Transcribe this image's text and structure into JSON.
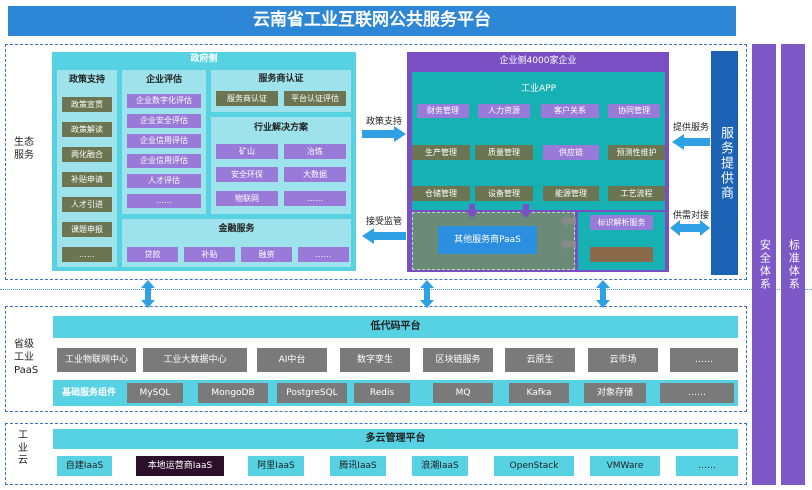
{
  "title": "云南省工业互联网公共服务平台",
  "left_labels": {
    "eco": "生态\n服务",
    "paas": "省级\n工业\nPaaS",
    "cloud": "工\n业\n云"
  },
  "right_bars": {
    "security": "安全体系",
    "standard": "标准体系"
  },
  "gov": {
    "title": "政府侧",
    "policy_support": {
      "title": "政策支持",
      "items": [
        "政策宣贯",
        "政策解读",
        "两化融合",
        "补贴申请",
        "人才引进",
        "课题申报",
        "……"
      ]
    },
    "eval": {
      "title": "企业评估",
      "items": [
        "企业数字化评估",
        "企业安全评估",
        "企业信用评估",
        "企业信用评估",
        "人才评估",
        "……"
      ]
    },
    "cert": {
      "title": "服务商认证",
      "items": [
        "服务商认证",
        "平台认证评估"
      ]
    },
    "industry": {
      "title": "行业解决方案",
      "items": [
        "矿山",
        "冶炼",
        "安全环保",
        "大数据",
        "物联网",
        "……"
      ]
    },
    "finance": {
      "title": "金融服务",
      "items": [
        "贷款",
        "补贴",
        "融资",
        "……"
      ]
    }
  },
  "mid_labels": {
    "policy": "政策支持",
    "supervise": "接受监管",
    "provide": "提供服务",
    "match": "供需对接"
  },
  "ent": {
    "title": "企业侧4000家企业",
    "app": {
      "title": "工业APP",
      "rows": [
        [
          "财务管理",
          "人力资源",
          "客户关系",
          "协同管理"
        ],
        [
          "生产管理",
          "质量管理",
          "供应链",
          "预测性维护"
        ],
        [
          "仓储管理",
          "设备管理",
          "能源管理",
          "工艺流程"
        ]
      ]
    },
    "other_paas": "其他服务商PaaS",
    "side_item": "标识解析服务",
    "service_provider": "服务提供商"
  },
  "paas": {
    "lowcode": "低代码平台",
    "row1": [
      "工业物联网中心",
      "工业大数据中心",
      "AI中台",
      "数字孪生",
      "区块链服务",
      "云原生",
      "云市场",
      "……"
    ],
    "basic_label": "基础服务组件",
    "row2": [
      "MySQL",
      "MongoDB",
      "PostgreSQL",
      "Redis",
      "MQ",
      "Kafka",
      "对象存储",
      "……"
    ]
  },
  "cloud": {
    "multi": "多云管理平台",
    "row": [
      "自建IaaS",
      "本地运营商IaaS",
      "阿里IaaS",
      "腾讯IaaS",
      "浪潮IaaS",
      "OpenStack",
      "VMWare",
      "……"
    ]
  }
}
